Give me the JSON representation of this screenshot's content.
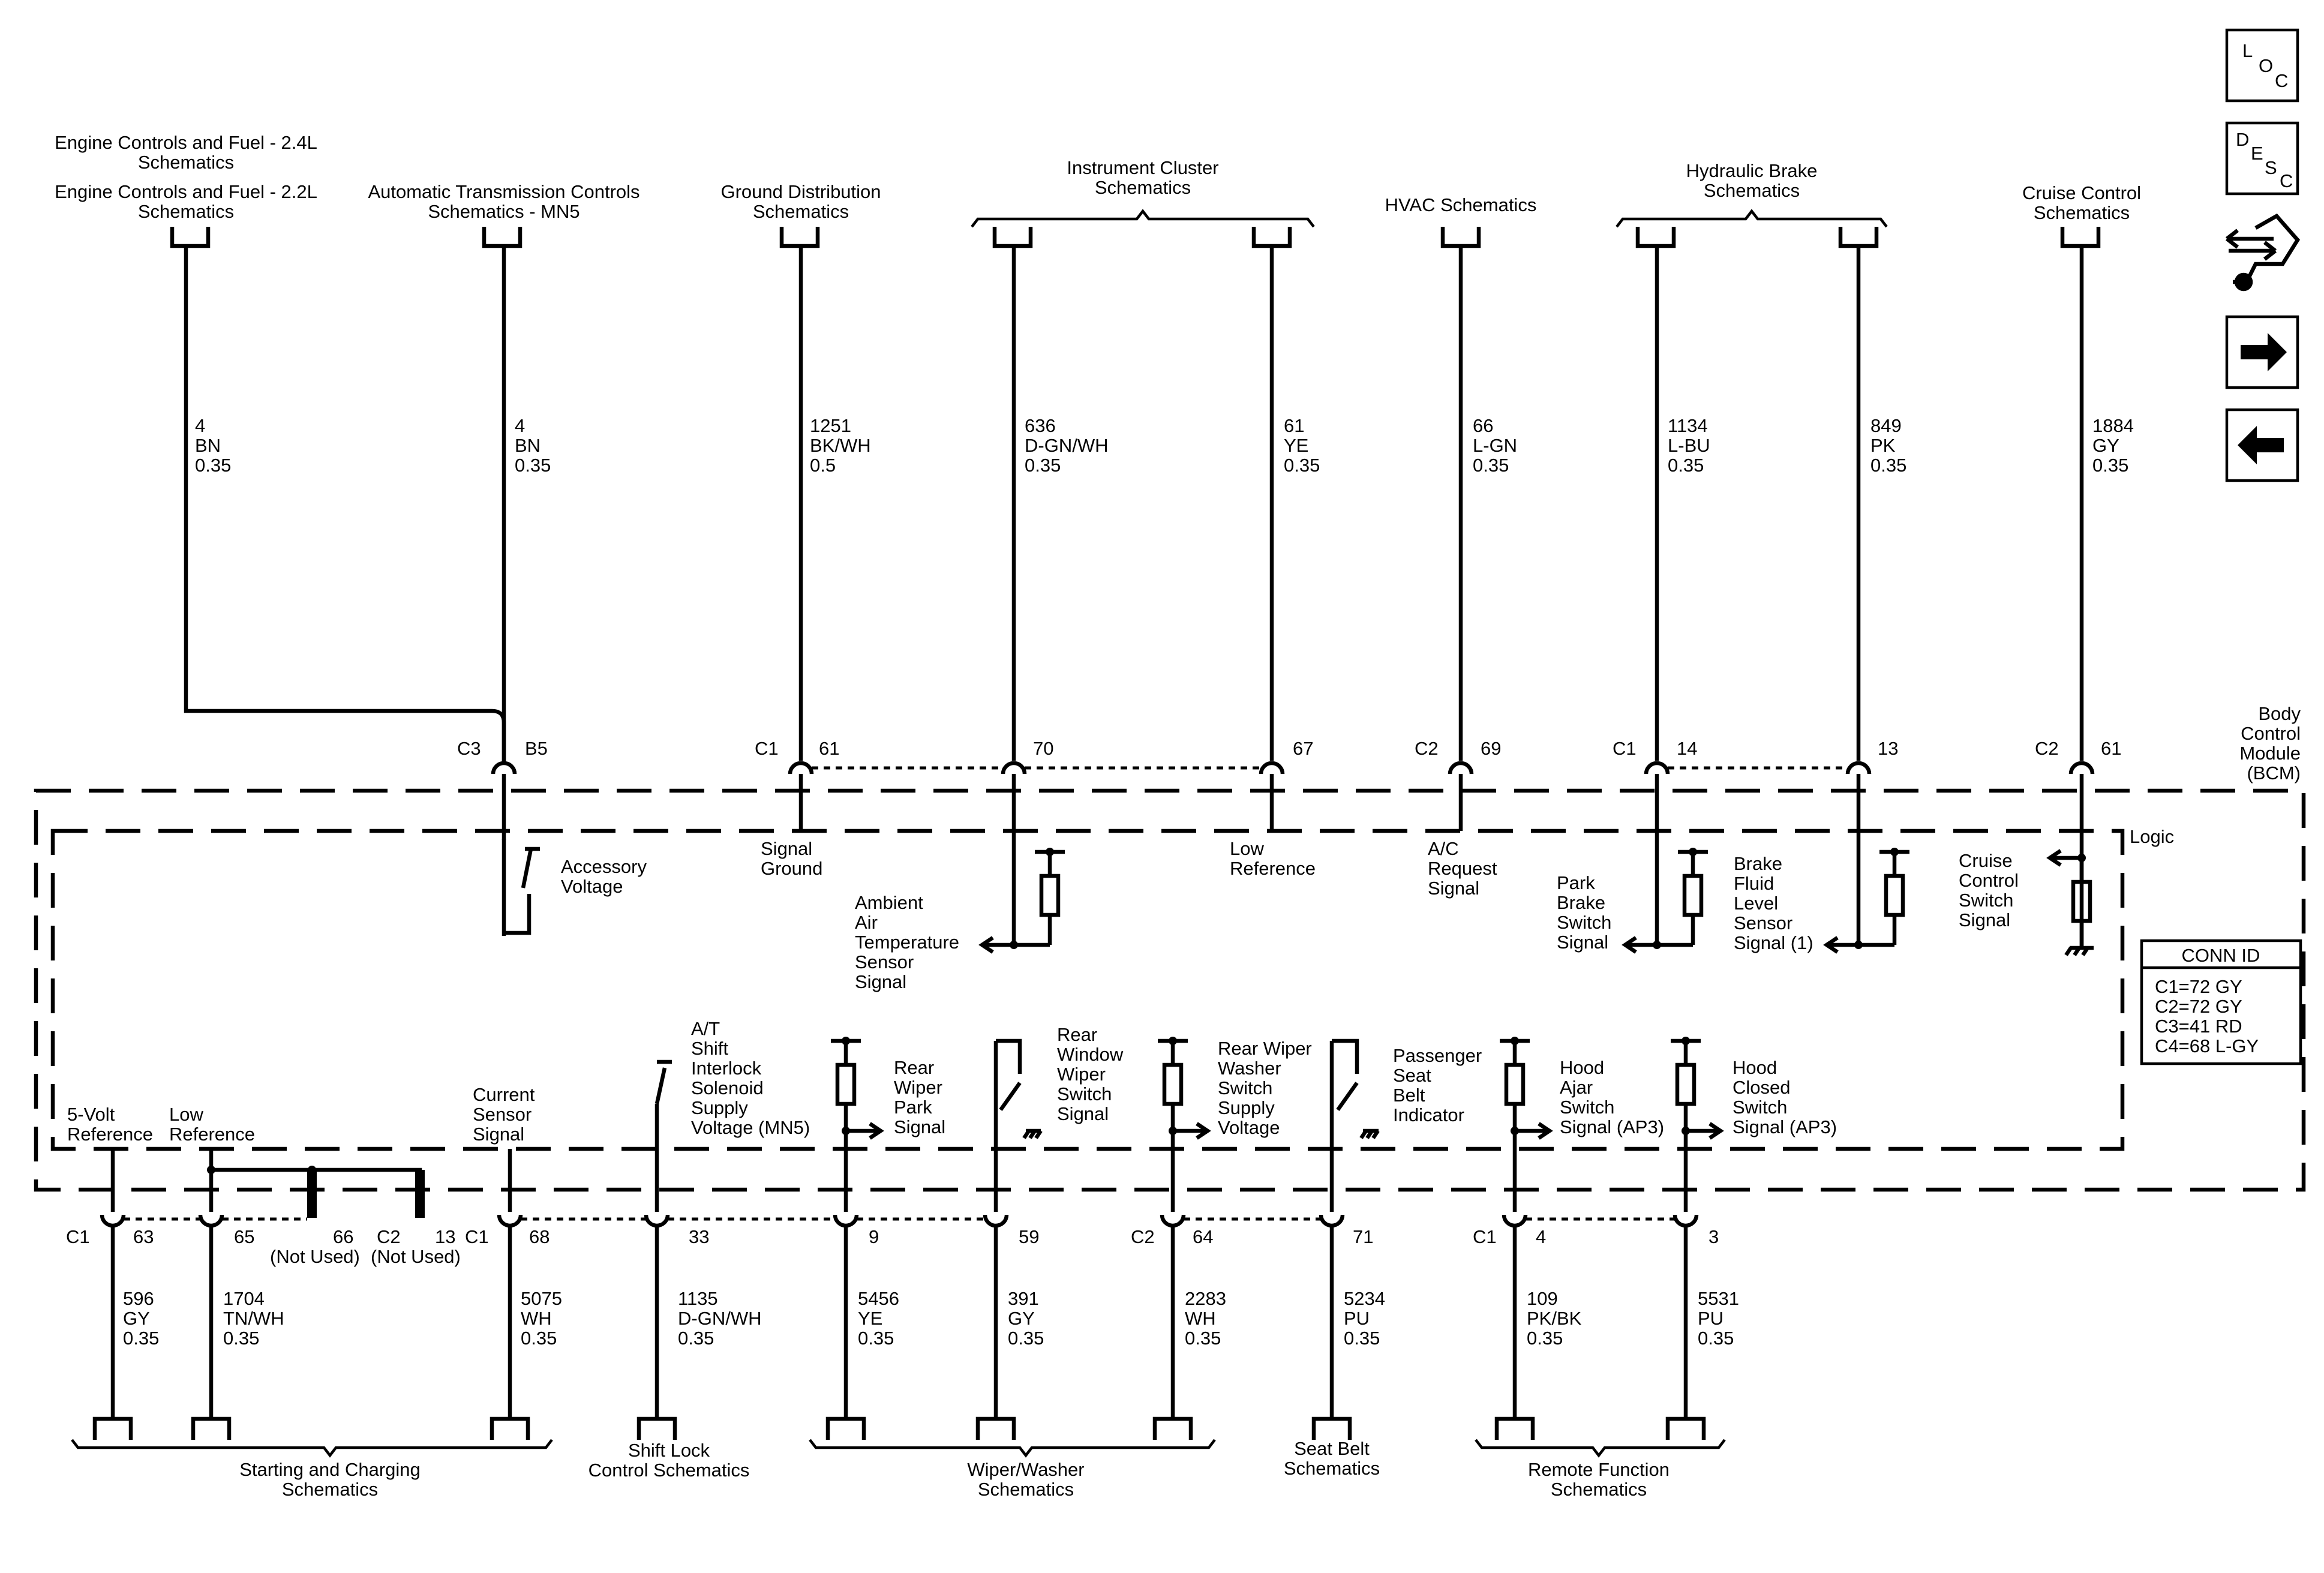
{
  "nav_icons": [
    {
      "id": "loc",
      "letters": [
        "L",
        "O",
        "C"
      ]
    },
    {
      "id": "desc",
      "letters": [
        "D",
        "E",
        "S",
        "C"
      ]
    },
    {
      "id": "connector-end-view"
    },
    {
      "id": "next-page"
    },
    {
      "id": "previous-page"
    }
  ],
  "module": {
    "name": [
      "Body",
      "Control",
      "Module",
      "(BCM)"
    ],
    "logic": "Logic"
  },
  "conn_id": {
    "title": "CONN ID",
    "lines": [
      "C1=72 GY",
      "C2=72 GY",
      "C3=41 RD",
      "C4=68 L-GY"
    ]
  },
  "top_groups": [
    {
      "id": "engine-24",
      "lines": [
        "Engine Controls and Fuel - 2.4L",
        "Schematics"
      ]
    },
    {
      "id": "engine-22",
      "lines": [
        "Engine Controls and Fuel - 2.2L",
        "Schematics"
      ]
    },
    {
      "id": "trans",
      "lines": [
        "Automatic Transmission Controls",
        "Schematics - MN5"
      ]
    },
    {
      "id": "ground",
      "lines": [
        "Ground Distribution",
        "Schematics"
      ]
    },
    {
      "id": "cluster",
      "lines": [
        "Instrument Cluster",
        "Schematics"
      ]
    },
    {
      "id": "hvac",
      "lines": [
        "HVAC Schematics"
      ]
    },
    {
      "id": "brake",
      "lines": [
        "Hydraulic Brake",
        "Schematics"
      ]
    },
    {
      "id": "cruise",
      "lines": [
        "Cruise Control",
        "Schematics"
      ]
    }
  ],
  "top_wires": [
    {
      "id": "t1",
      "lines": [
        "4",
        "BN",
        "0.35"
      ]
    },
    {
      "id": "t2",
      "lines": [
        "4",
        "BN",
        "0.35"
      ]
    },
    {
      "id": "t3",
      "lines": [
        "1251",
        "BK/WH",
        "0.5"
      ]
    },
    {
      "id": "t4",
      "lines": [
        "636",
        "D-GN/WH",
        "0.35"
      ]
    },
    {
      "id": "t5",
      "lines": [
        "61",
        "YE",
        "0.35"
      ]
    },
    {
      "id": "t6",
      "lines": [
        "66",
        "L-GN",
        "0.35"
      ]
    },
    {
      "id": "t7",
      "lines": [
        "1134",
        "L-BU",
        "0.35"
      ]
    },
    {
      "id": "t8",
      "lines": [
        "849",
        "PK",
        "0.35"
      ]
    },
    {
      "id": "t9",
      "lines": [
        "1884",
        "GY",
        "0.35"
      ]
    }
  ],
  "top_pins": [
    {
      "id": "p-c3",
      "text": "C3"
    },
    {
      "id": "p-b5",
      "text": "B5"
    },
    {
      "id": "p-c1a",
      "text": "C1"
    },
    {
      "id": "p-61a",
      "text": "61"
    },
    {
      "id": "p-70",
      "text": "70"
    },
    {
      "id": "p-67",
      "text": "67"
    },
    {
      "id": "p-c2a",
      "text": "C2"
    },
    {
      "id": "p-69",
      "text": "69"
    },
    {
      "id": "p-c1b",
      "text": "C1"
    },
    {
      "id": "p-14",
      "text": "14"
    },
    {
      "id": "p-13a",
      "text": "13"
    },
    {
      "id": "p-c2b",
      "text": "C2"
    },
    {
      "id": "p-61b",
      "text": "61"
    }
  ],
  "top_signals": [
    {
      "id": "accessory-voltage",
      "lines": [
        "Accessory",
        "Voltage"
      ]
    },
    {
      "id": "signal-ground",
      "lines": [
        "Signal",
        "Ground"
      ]
    },
    {
      "id": "ambient-air-temp",
      "lines": [
        "Ambient",
        "Air",
        "Temperature",
        "Sensor",
        "Signal"
      ]
    },
    {
      "id": "low-reference-top",
      "lines": [
        "Low",
        "Reference"
      ]
    },
    {
      "id": "ac-request",
      "lines": [
        "A/C",
        "Request",
        "Signal"
      ]
    },
    {
      "id": "park-brake",
      "lines": [
        "Park",
        "Brake",
        "Switch",
        "Signal"
      ]
    },
    {
      "id": "brake-fluid",
      "lines": [
        "Brake",
        "Fluid",
        "Level",
        "Sensor",
        "Signal (1)"
      ]
    },
    {
      "id": "cruise-switch",
      "lines": [
        "Cruise",
        "Control",
        "Switch",
        "Signal"
      ]
    }
  ],
  "bottom_signals": [
    {
      "id": "five-volt-ref",
      "lines": [
        "5-Volt",
        "Reference"
      ]
    },
    {
      "id": "low-reference-bottom",
      "lines": [
        "Low",
        "Reference"
      ]
    },
    {
      "id": "current-sensor",
      "lines": [
        "Current",
        "Sensor",
        "Signal"
      ]
    },
    {
      "id": "shift-interlock",
      "lines": [
        "A/T",
        "Shift",
        "Interlock",
        "Solenoid",
        "Supply",
        "Voltage (MN5)"
      ]
    },
    {
      "id": "rear-wiper-park",
      "lines": [
        "Rear",
        "Wiper",
        "Park",
        "Signal"
      ]
    },
    {
      "id": "rear-window-wiper",
      "lines": [
        "Rear",
        "Window",
        "Wiper",
        "Switch",
        "Signal"
      ]
    },
    {
      "id": "rear-wiper-washer",
      "lines": [
        "Rear Wiper",
        "Washer",
        "Switch",
        "Supply",
        "Voltage"
      ]
    },
    {
      "id": "seat-belt",
      "lines": [
        "Passenger",
        "Seat",
        "Belt",
        "Indicator"
      ]
    },
    {
      "id": "hood-ajar",
      "lines": [
        "Hood",
        "Ajar",
        "Switch",
        "Signal (AP3)"
      ]
    },
    {
      "id": "hood-closed",
      "lines": [
        "Hood",
        "Closed",
        "Switch",
        "Signal (AP3)"
      ]
    }
  ],
  "bottom_pins": [
    {
      "id": "b-c1a",
      "text": "C1"
    },
    {
      "id": "b-63",
      "text": "63"
    },
    {
      "id": "b-65",
      "text": "65"
    },
    {
      "id": "b-66",
      "text": "66"
    },
    {
      "id": "b-c2a",
      "text": "C2"
    },
    {
      "id": "b-13",
      "text": "13"
    },
    {
      "id": "b-c1b",
      "text": "C1"
    },
    {
      "id": "b-68",
      "text": "68"
    },
    {
      "id": "b-33",
      "text": "33"
    },
    {
      "id": "b-9",
      "text": "9"
    },
    {
      "id": "b-59",
      "text": "59"
    },
    {
      "id": "b-c2b",
      "text": "C2"
    },
    {
      "id": "b-64",
      "text": "64"
    },
    {
      "id": "b-71",
      "text": "71"
    },
    {
      "id": "b-c1c",
      "text": "C1"
    },
    {
      "id": "b-4",
      "text": "4"
    },
    {
      "id": "b-3",
      "text": "3"
    },
    {
      "id": "b-nu1",
      "text": "(Not Used)"
    },
    {
      "id": "b-nu2",
      "text": "(Not Used)"
    }
  ],
  "bottom_wires": [
    {
      "id": "w1",
      "lines": [
        "596",
        "GY",
        "0.35"
      ]
    },
    {
      "id": "w2",
      "lines": [
        "1704",
        "TN/WH",
        "0.35"
      ]
    },
    {
      "id": "w3",
      "lines": [
        "5075",
        "WH",
        "0.35"
      ]
    },
    {
      "id": "w4",
      "lines": [
        "1135",
        "D-GN/WH",
        "0.35"
      ]
    },
    {
      "id": "w5",
      "lines": [
        "5456",
        "YE",
        "0.35"
      ]
    },
    {
      "id": "w6",
      "lines": [
        "391",
        "GY",
        "0.35"
      ]
    },
    {
      "id": "w7",
      "lines": [
        "2283",
        "WH",
        "0.35"
      ]
    },
    {
      "id": "w8",
      "lines": [
        "5234",
        "PU",
        "0.35"
      ]
    },
    {
      "id": "w9",
      "lines": [
        "109",
        "PK/BK",
        "0.35"
      ]
    },
    {
      "id": "w10",
      "lines": [
        "5531",
        "PU",
        "0.35"
      ]
    }
  ],
  "bottom_groups": [
    {
      "id": "starting",
      "lines": [
        "Starting and Charging",
        "Schematics"
      ]
    },
    {
      "id": "shiftlock",
      "lines": [
        "Shift Lock",
        "Control Schematics"
      ]
    },
    {
      "id": "wiper",
      "lines": [
        "Wiper/Washer",
        "Schematics"
      ]
    },
    {
      "id": "seatbelt",
      "lines": [
        "Seat Belt",
        "Schematics"
      ]
    },
    {
      "id": "remote",
      "lines": [
        "Remote Function",
        "Schematics"
      ]
    }
  ]
}
